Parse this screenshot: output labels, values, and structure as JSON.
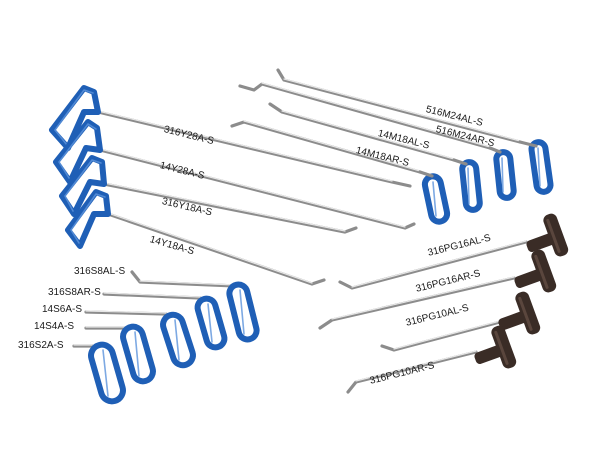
{
  "labels": {
    "l316Y28AS": "316Y28A-S",
    "l14Y28AS": "14Y28A-S",
    "l316Y18AS": "316Y18A-S",
    "l14Y18AS": "14Y18A-S",
    "l516M24ALS": "516M24AL-S",
    "l516M24ARS": "516M24AR-S",
    "l14M18ALS": "14M18AL-S",
    "l14M18ARS": "14M18AR-S",
    "l316S8ALS": "316S8AL-S",
    "l316S8ARS": "316S8AR-S",
    "l14S6AS": "14S6A-S",
    "l14S4AS": "14S4A-S",
    "l316S2AS": "316S2A-S",
    "l316PG16ALS": "316PG16AL-S",
    "l316PG16ARS": "316PG16AR-S",
    "l316PG10ALS": "316PG10AL-S",
    "l316PG10ARS": "316PG10AR-S"
  },
  "colors": {
    "background": "#ffffff",
    "rod_steel": "#8c8c8c",
    "blue_grip": "#1f5fb6",
    "t_handle": "#3a2c26"
  }
}
